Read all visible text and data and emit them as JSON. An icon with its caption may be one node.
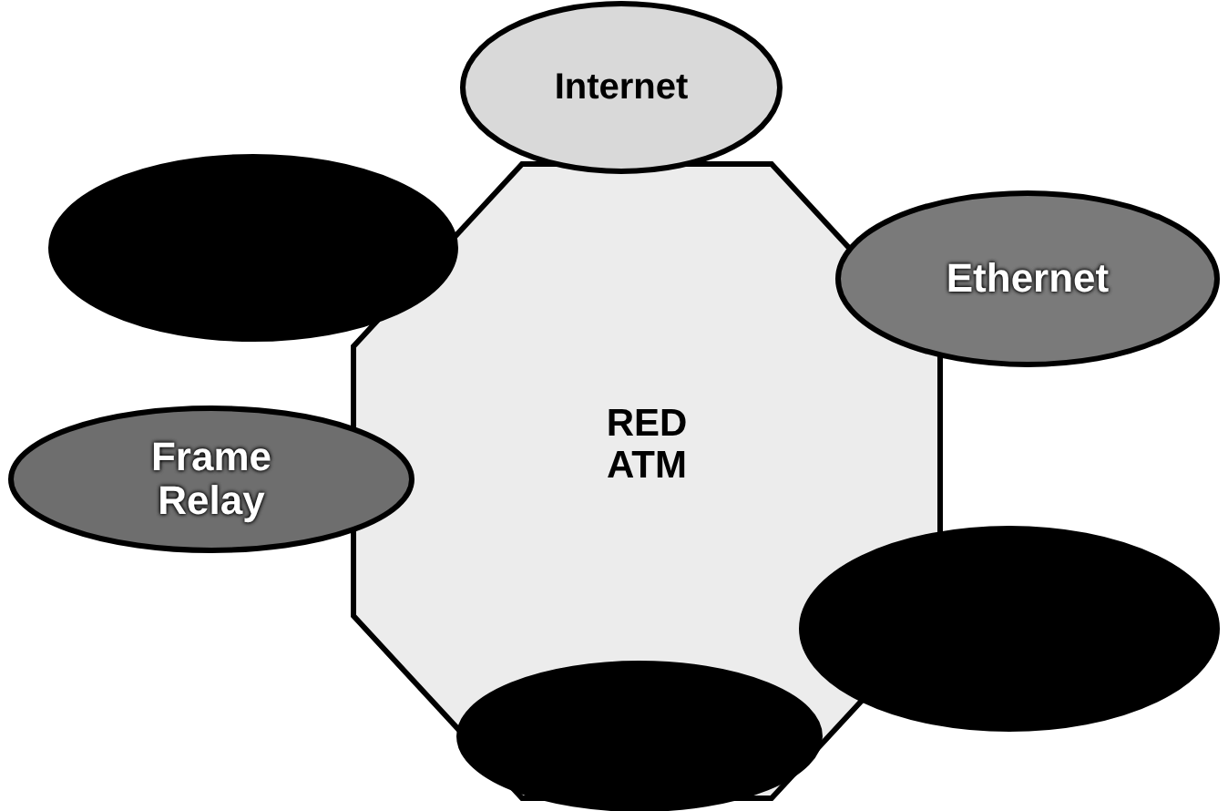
{
  "diagram": {
    "nodes": [
      {
        "text": [
          "Internet"
        ]
      },
      {
        "text": [],
        "shape": "ellipse"
      },
      {
        "text": [
          "Ethernet"
        ]
      },
      {
        "text": [
          "RED ATM"
        ]
      },
      {
        "text": [
          "Frame Relay"
        ]
      },
      {
        "text": [],
        "shape": "ellipse"
      },
      {
        "text": [],
        "shape": "ellipse"
      }
    ],
    "edges": []
  }
}
